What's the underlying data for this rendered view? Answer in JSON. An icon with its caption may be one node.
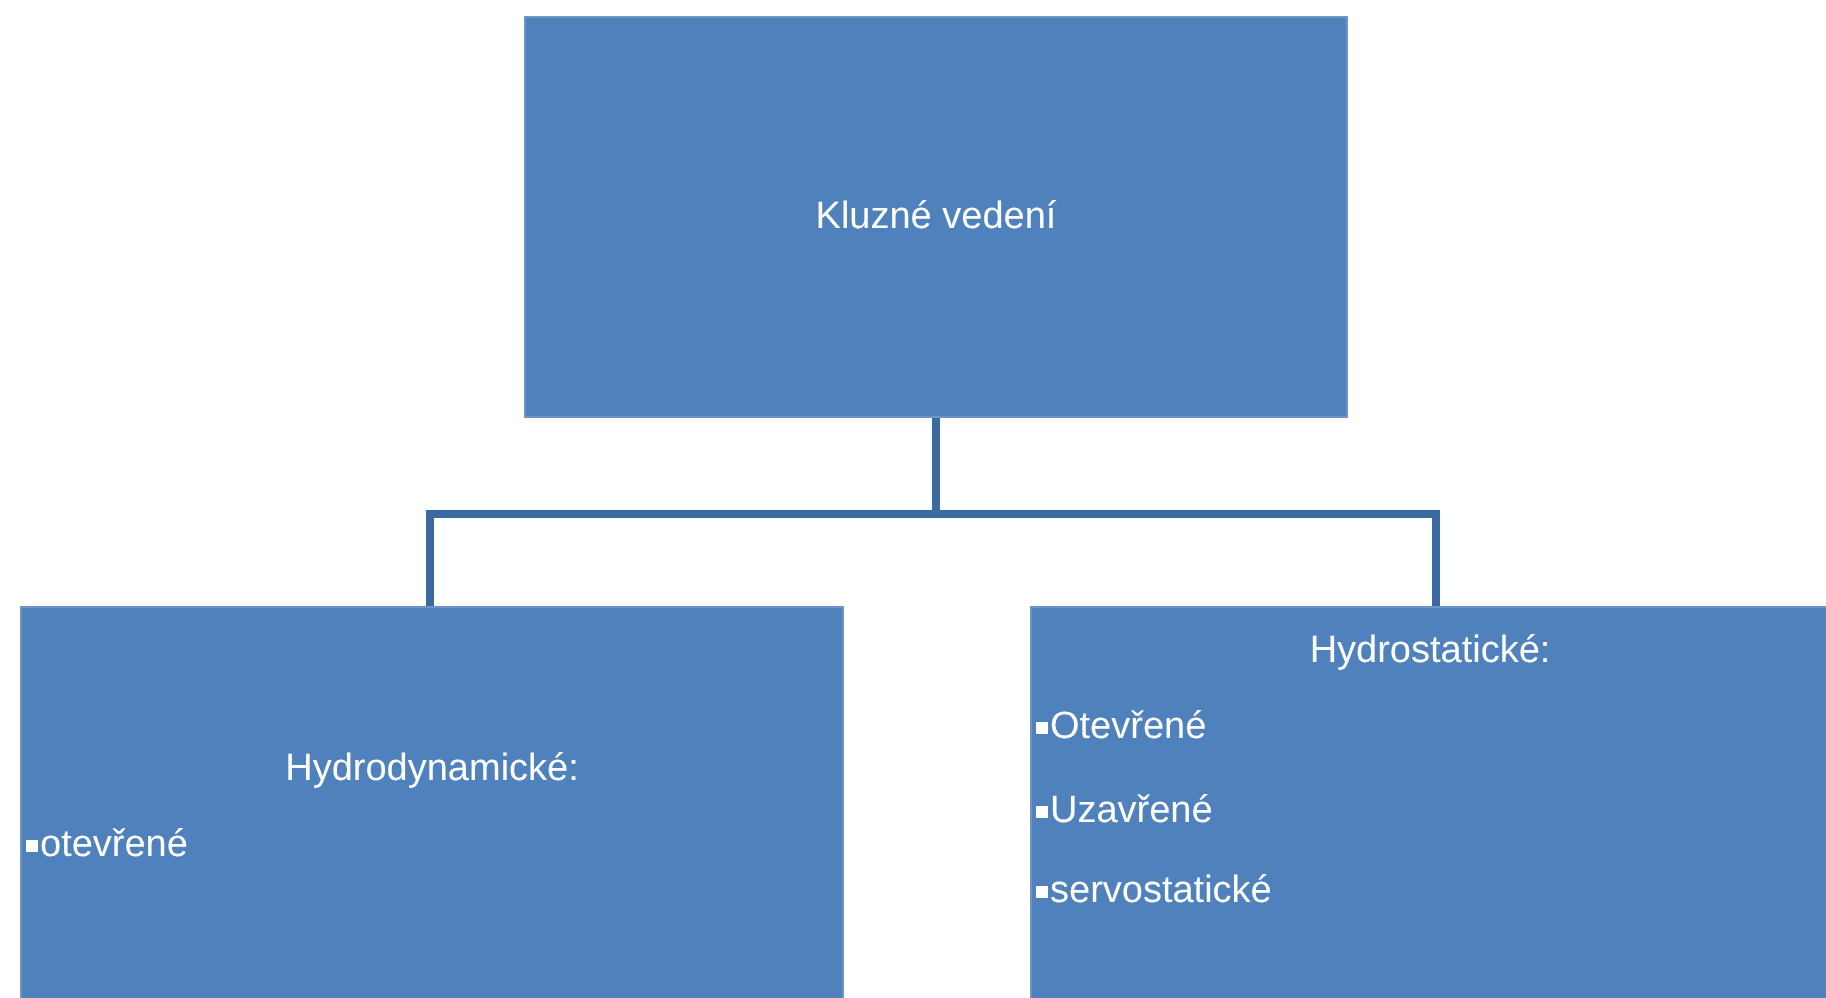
{
  "diagram": {
    "nodes": [
      {
        "text": [
          "Kluzné vedení"
        ]
      },
      {
        "text": [
          "Hydrodynamické:",
          "otevřené"
        ]
      },
      {
        "text": [
          "Hydrostatické:",
          "Otevřené",
          "Uzavřené",
          "servostatické"
        ]
      }
    ],
    "edges": [
      {
        "from": 0,
        "to": 1,
        "arrow": "none"
      },
      {
        "from": 0,
        "to": 2,
        "arrow": "none"
      }
    ]
  }
}
